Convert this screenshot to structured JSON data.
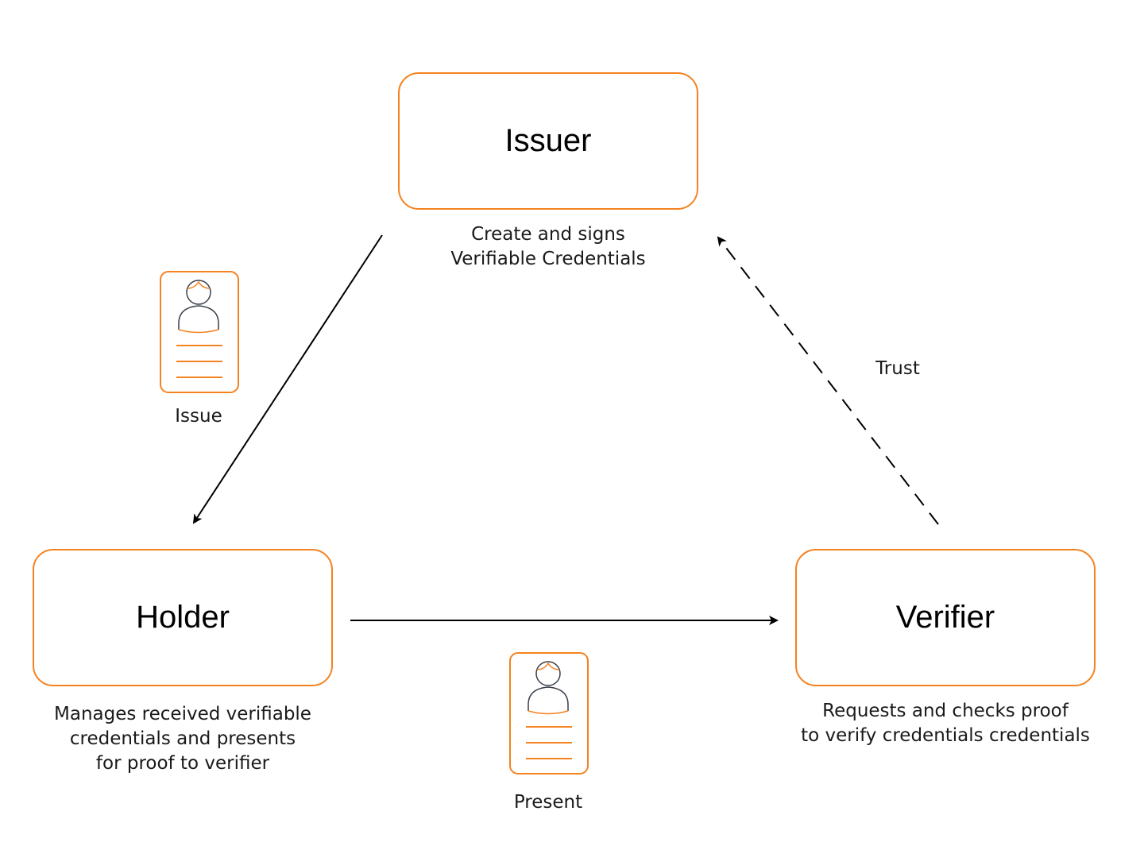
{
  "diagram": {
    "title": "Verifiable Credentials Trust Triangle",
    "accent_color": "#f5821f",
    "nodes": {
      "issuer": {
        "title": "Issuer",
        "description": "Create and signs\nVerifiable Credentials"
      },
      "holder": {
        "title": "Holder",
        "description": "Manages received verifiable\ncredentials and presents\nfor proof to verifier"
      },
      "verifier": {
        "title": "Verifier",
        "description": "Requests and checks proof\nto verify credentials credentials"
      }
    },
    "edges": [
      {
        "from": "issuer",
        "to": "holder",
        "label": "Issue",
        "style": "solid",
        "icon": "credential-card-icon"
      },
      {
        "from": "holder",
        "to": "verifier",
        "label": "Present",
        "style": "solid",
        "icon": "credential-card-icon"
      },
      {
        "from": "verifier",
        "to": "issuer",
        "label": "Trust",
        "style": "dashed"
      }
    ]
  }
}
